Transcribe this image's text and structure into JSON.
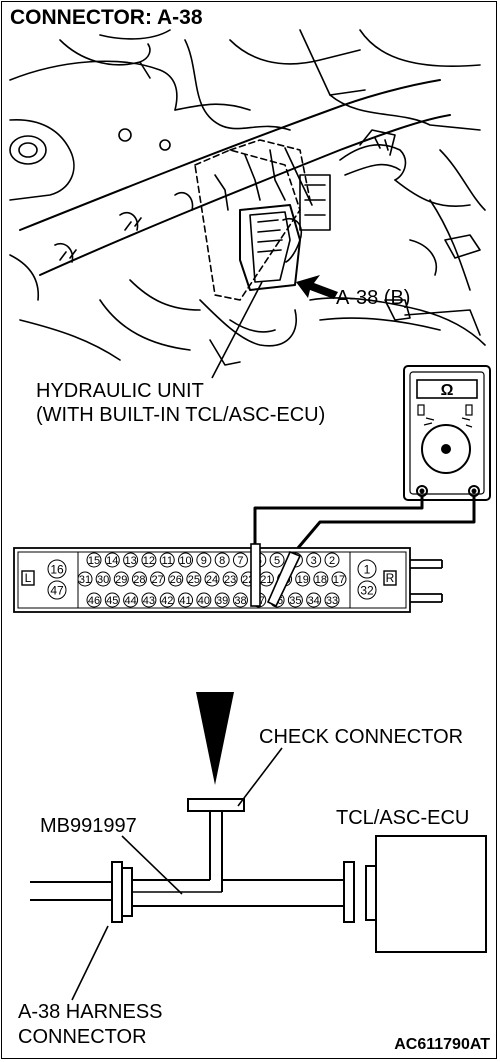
{
  "title": "CONNECTOR: A-38",
  "engine_bay": {
    "connector_callout": "A-38 (B)",
    "unit_label_line1": "HYDRAULIC UNIT",
    "unit_label_line2": "(WITH BUILT-IN TCL/ASC-ECU)"
  },
  "meter": {
    "unit_symbol": "Ω"
  },
  "connector_face": {
    "side_left": "L",
    "side_right": "R",
    "row_top": [
      "15",
      "14",
      "13",
      "12",
      "11",
      "10",
      "9",
      "8",
      "7",
      "6",
      "5",
      "4",
      "3",
      "2"
    ],
    "row_mid": [
      "31",
      "30",
      "29",
      "28",
      "27",
      "26",
      "25",
      "24",
      "23",
      "22",
      "21",
      "20",
      "19",
      "18",
      "17"
    ],
    "row_bot": [
      "46",
      "45",
      "44",
      "43",
      "42",
      "41",
      "40",
      "39",
      "38",
      "37",
      "36",
      "35",
      "34",
      "33"
    ],
    "left_pins": [
      "16",
      "47"
    ],
    "right_pins": [
      "1",
      "32"
    ]
  },
  "setup": {
    "check_connector": "CHECK CONNECTOR",
    "adapter": "MB991997",
    "ecu": "TCL/ASC-ECU",
    "harness_line1": "A-38 HARNESS",
    "harness_line2": "CONNECTOR"
  },
  "figure_code": "AC611790AT"
}
